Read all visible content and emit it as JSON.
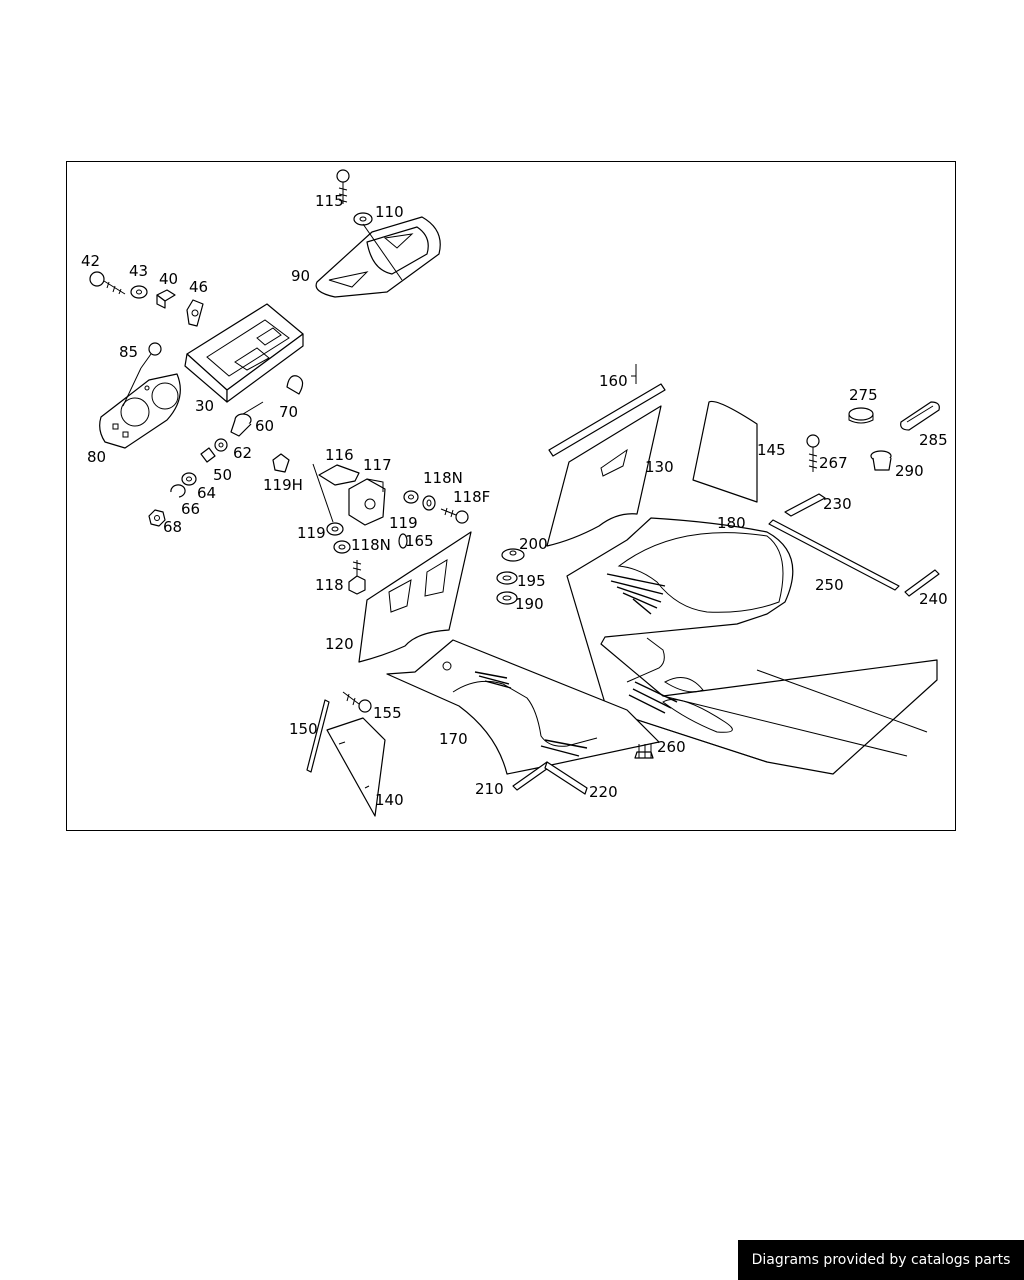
{
  "diagram": {
    "labels": {
      "l30": "30",
      "l40": "40",
      "l42": "42",
      "l43": "43",
      "l46": "46",
      "l50": "50",
      "l60": "60",
      "l62": "62",
      "l64": "64",
      "l66": "66",
      "l68": "68",
      "l70": "70",
      "l80": "80",
      "l85": "85",
      "l90": "90",
      "l110": "110",
      "l115": "115",
      "l116": "116",
      "l117": "117",
      "l118": "118",
      "l118f": "118F",
      "l118n_a": "118N",
      "l118n_b": "118N",
      "l119_a": "119",
      "l119_b": "119",
      "l119h": "119H",
      "l120": "120",
      "l130": "130",
      "l140": "140",
      "l145": "145",
      "l150": "150",
      "l155": "155",
      "l160": "160",
      "l165": "165",
      "l170": "170",
      "l180": "180",
      "l190": "190",
      "l195": "195",
      "l200": "200",
      "l210": "210",
      "l220": "220",
      "l230": "230",
      "l240": "240",
      "l250": "250",
      "l260": "260",
      "l267": "267",
      "l275": "275",
      "l285": "285",
      "l290": "290"
    }
  },
  "footer": {
    "text": "Diagrams provided by catalogs parts"
  }
}
